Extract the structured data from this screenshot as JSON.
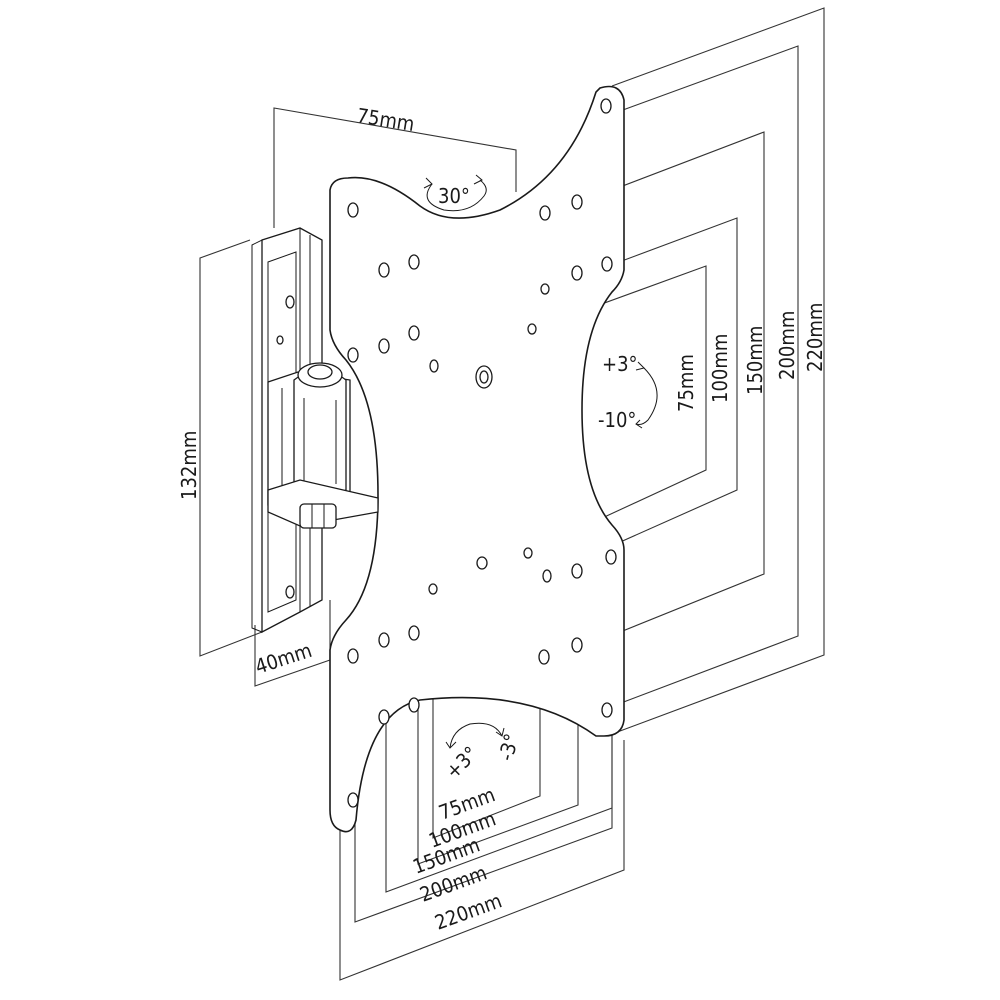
{
  "diagram": {
    "dimensions": {
      "arm_width": "75mm",
      "arm_height": "132mm",
      "wall_depth": "40mm",
      "tilt_top": "30°",
      "tilt_up": "+3°",
      "tilt_down": "-10°",
      "swivel_left": "+3°",
      "swivel_right": "-3°",
      "vertical_patterns": [
        "75mm",
        "100mm",
        "150mm",
        "200mm",
        "220mm"
      ],
      "horizontal_patterns": [
        "75mm",
        "100mm",
        "150mm",
        "200mm",
        "220mm"
      ]
    },
    "colors": {
      "line": "#1a1a1a",
      "background": "#ffffff"
    }
  }
}
